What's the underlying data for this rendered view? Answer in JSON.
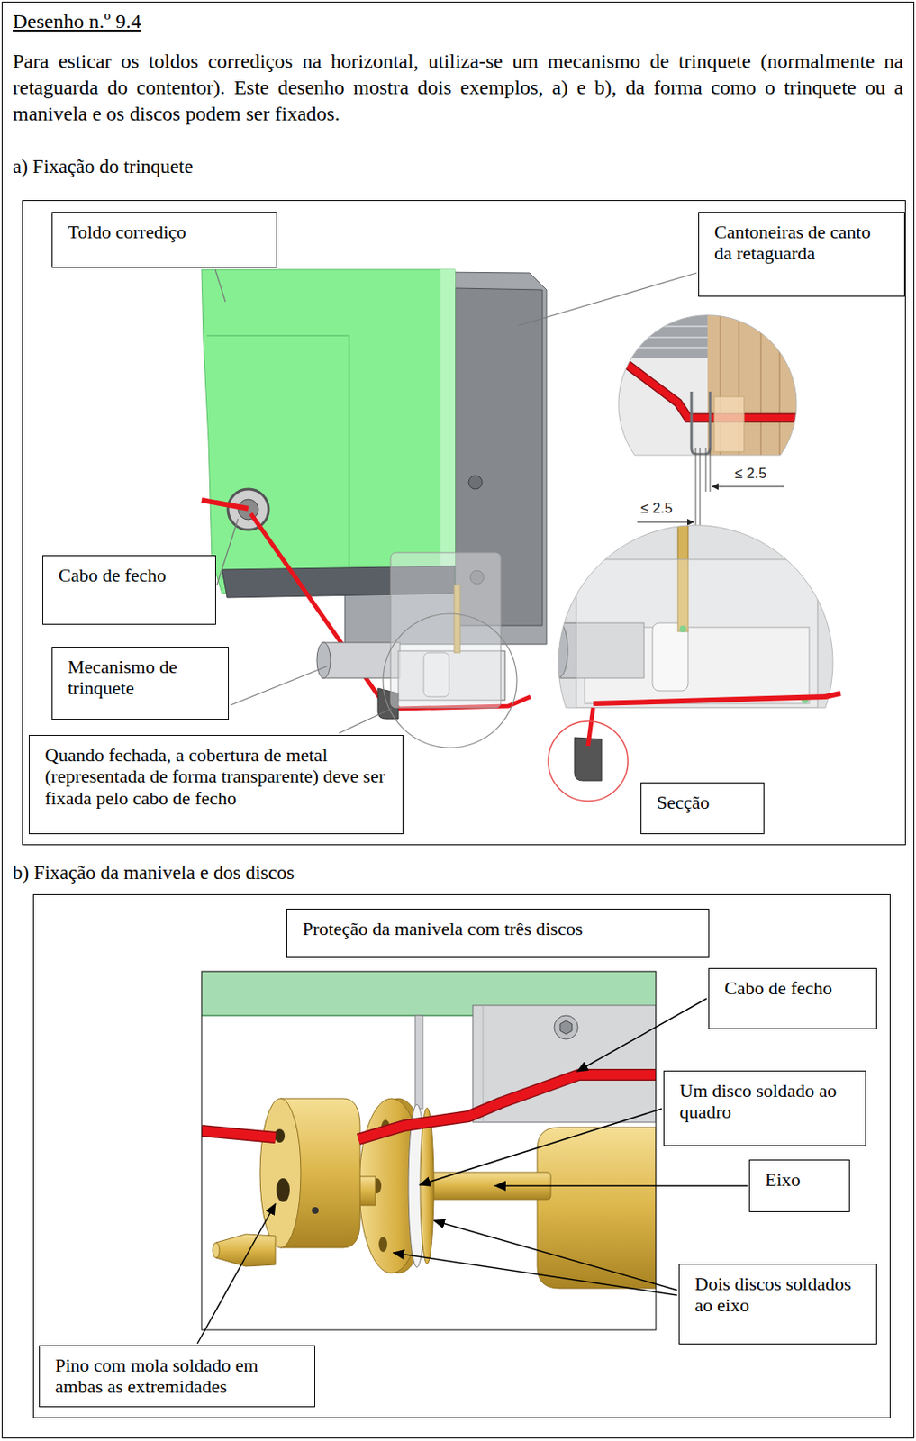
{
  "diagram": {
    "nodes": [
      {
        "text": [
          "Desenho n.º 9.4",
          "Para esticar os toldos corrediços na horizontal, utiliza-se um mecanismo de trinquete (normalmente na retaguarda do contentor). Este desenho mostra dois exemplos, a) e b), da forma como o trinquete ou a manivela e os discos podem ser fixados."
        ]
      },
      {
        "text": [
          "a) Fixação do trinquete"
        ],
        "in": 0
      },
      {
        "text": [
          "Toldo corrediço"
        ],
        "in": 1
      },
      {
        "text": [
          "Cantoneiras de canto da retaguarda"
        ],
        "in": 1
      },
      {
        "text": [
          "Cabo de fecho"
        ],
        "in": 1
      },
      {
        "text": [
          "Mecanismo de trinquete"
        ],
        "in": 1
      },
      {
        "text": [
          "Quando fechada, a cobertura de metal (representada de forma transparente) deve ser fixada pelo cabo de fecho"
        ],
        "in": 1
      },
      {
        "text": [
          "Secção"
        ],
        "in": 1
      },
      {
        "text": [
          "b) Fixação da manivela e dos discos"
        ],
        "in": 0
      },
      {
        "text": [
          "Proteção da manivela com três discos"
        ],
        "in": 8
      },
      {
        "text": [
          "Cabo de fecho"
        ],
        "in": 8
      },
      {
        "text": [
          "Um disco soldado ao quadro"
        ],
        "in": 8
      },
      {
        "text": [
          "Eixo"
        ],
        "in": 8
      },
      {
        "text": [
          "Dois discos soldados ao eixo"
        ],
        "in": 8
      },
      {
        "text": [
          "Pino com mola soldado em ambas as extremidades"
        ],
        "in": 8
      }
    ],
    "labels": [
      "≤ 2.5",
      "≤ 2.5"
    ]
  }
}
